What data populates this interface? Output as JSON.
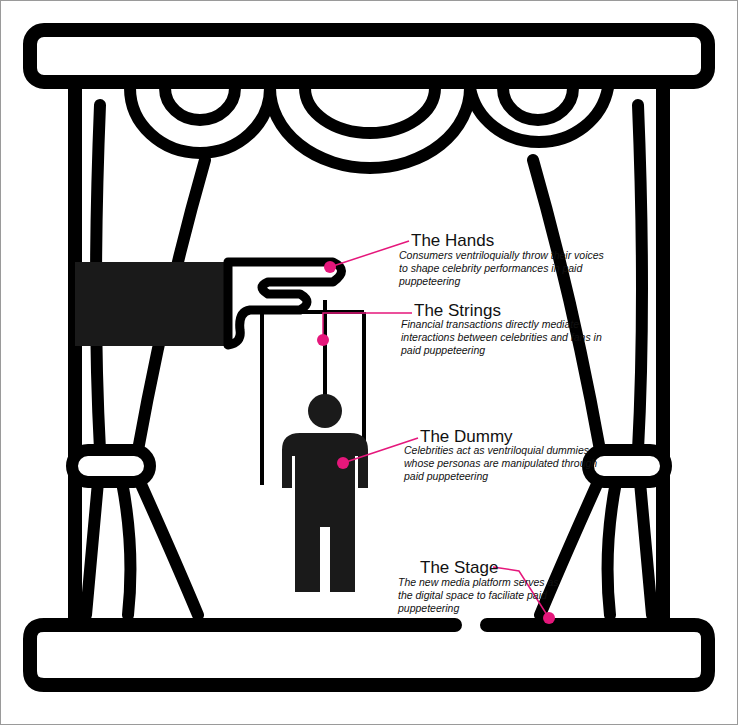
{
  "diagram": {
    "labels": [
      "The Hands",
      "Consumers ventriloquially throw their voices to shape celebrity performances in paid puppeteering",
      "The Strings",
      "Financial transactions directly mediate interactions between celebrities and fans in paid puppeteering",
      "The Dummy",
      "Celebrities act as ventriloquial dummies whose personas are manipulated through paid puppeteering",
      "The Stage",
      "The new media platform serves as the digital space to faciliate paid puppeteering"
    ]
  }
}
